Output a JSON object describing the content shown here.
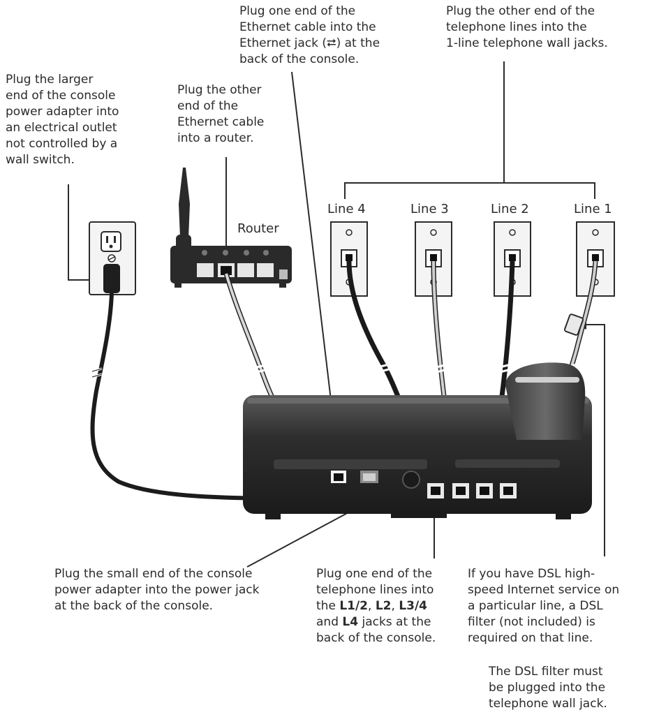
{
  "notes": {
    "power_outlet": [
      "Plug the larger",
      "end of the console",
      "power adapter into",
      "an electrical outlet",
      "not controlled by a",
      "wall switch."
    ],
    "router_cable": [
      "Plug the other",
      "end of the",
      "Ethernet cable",
      "into a router."
    ],
    "ethernet_jack": [
      "Plug one end of the",
      "Ethernet cable into the",
      "Ethernet jack (⮂) at the",
      "back of the console."
    ],
    "wall_jacks": [
      "Plug the other end of the",
      "telephone lines into the",
      "1-line telephone wall jacks."
    ],
    "power_jack": [
      "Plug the small end of the console",
      "power adapter into the power jack",
      "at the back of the console."
    ],
    "console_jacks": {
      "line1": "Plug one end of the",
      "line2": "telephone lines into",
      "line3": {
        "pre": "the ",
        "j1": "L1/2",
        "s1": ", ",
        "j2": "L2",
        "s2": ", ",
        "j3": "L3/4"
      },
      "line4": {
        "pre": "and ",
        "j4": "L4",
        "post": " jacks at the"
      },
      "line5": "back of the console."
    },
    "dsl": [
      "If you have DSL high-",
      "speed Internet service on",
      "a particular line, a DSL",
      "filter (not included) is",
      "required on that line."
    ],
    "dsl_filter": [
      "The DSL filter must",
      "be plugged into the",
      "telephone wall jack."
    ]
  },
  "labels": {
    "router": "Router",
    "line4": "Line 4",
    "line3": "Line 3",
    "line2": "Line 2",
    "line1": "Line 1"
  },
  "colors": {
    "text": "#2b2b2b",
    "device_dark": "#2a2a2a",
    "wall_plate": "#f4f4f4",
    "cable_light": "#cfcfcf"
  },
  "icons": [
    "ethernet-icon",
    "power-outlet-icon",
    "router-icon",
    "wall-jack-icon",
    "dsl-filter-icon",
    "console-icon"
  ]
}
